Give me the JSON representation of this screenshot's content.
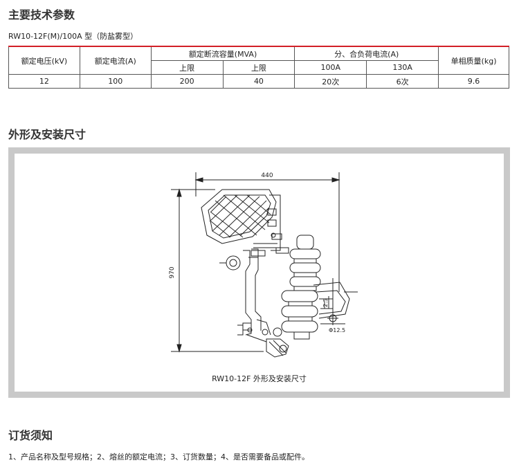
{
  "sections": {
    "specs_title": "主要技术参数",
    "outline_title": "外形及安装尺寸",
    "order_title": "订货须知"
  },
  "model_line": "RW10-12F(M)/100A 型（防盐雾型）",
  "spec_table": {
    "headers": {
      "rated_voltage": "额定电压(kV)",
      "rated_current": "额定电流(A)",
      "breaking_capacity": "额定断流容量(MVA)",
      "upper_limit_1": "上限",
      "upper_limit_2": "上限",
      "load_current": "分、合负荷电流(A)",
      "load_100a": "100A",
      "load_130a": "130A",
      "mass": "单相质量(kg)"
    },
    "row": {
      "rated_voltage": "12",
      "rated_current": "100",
      "capacity_1": "200",
      "capacity_2": "40",
      "load_100a": "20次",
      "load_130a": "6次",
      "mass": "9.6"
    }
  },
  "figure": {
    "dim_width": "440",
    "dim_height": "970",
    "dim_small": "2.5",
    "dim_hole": "Φ12.5",
    "caption": "RW10-12F 外形及安装尺寸"
  },
  "order_note": "1、产品名称及型号规格；2、熔丝的额定电流；3、订货数量；4、是否需要备品或配件。"
}
